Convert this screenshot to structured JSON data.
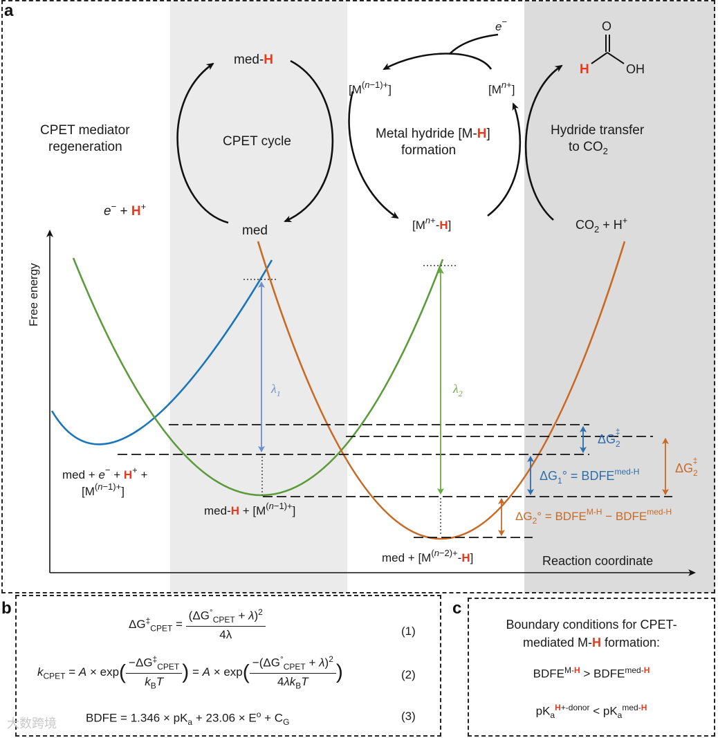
{
  "panel_labels": {
    "a": "a",
    "b": "b",
    "c": "c"
  },
  "cycle": {
    "med_h": "med-",
    "H": "H",
    "med": "med",
    "cpet_cycle": "CPET cycle",
    "cpet_regen_1": "CPET mediator",
    "cpet_regen_2": "regeneration",
    "e_plus_h": "e",
    "metal_hydride_1": "Metal hydride [M-",
    "metal_hydride_close": "]",
    "metal_hydride_2": "formation",
    "hydride_transfer_1": "Hydride transfer",
    "hydride_transfer_2": "to CO",
    "m_n_minus_1": "[M",
    "m_n": "[M",
    "m_n_h": "[M",
    "e_minus": "e",
    "co2_h": "CO",
    "formic_O": "O",
    "formic_OH": "OH",
    "formic_H": "H"
  },
  "plot": {
    "ylabel": "Free energy",
    "xlabel": "Reaction coordinate",
    "lambda1": "λ",
    "lambda2": "λ",
    "state1_line1": "med + ",
    "state1_line2": "[M",
    "state2": "med-",
    "state3": "med + [M",
    "dG2_ts_small": "ΔG",
    "dG1": "ΔG",
    "dG1_eq": " = BDFE",
    "dG2_ts_big": "ΔG",
    "dG2": "ΔG",
    "dG2_eq": " = BDFE",
    "dG2_minus": " − BDFE",
    "sup_medH": "med-H",
    "sup_MH": "M-H",
    "colors": {
      "blue": "#1b75bb",
      "green": "#5b9b3b",
      "orange": "#c86a26",
      "red": "#e8391d",
      "bg_light": "#ebebeb",
      "bg_dark": "#dcdcdc",
      "lambda_blue": "#6b8fd0",
      "lambda_green": "#6aab3e"
    }
  },
  "panel_b": {
    "eq1_lhs": "ΔG",
    "eq1_num": "(ΔG",
    "eq1_den": "4λ",
    "eq1_num_label": "(1)",
    "eq2_lhs": "k",
    "eq2_num_label": "(2)",
    "eq3": "BDFE = 1.346 × pK",
    "eq3_rest": " + 23.06 × E",
    "eq3_end": " + C",
    "eq3_num_label": "(3)"
  },
  "panel_c": {
    "title_1": "Boundary conditions for CPET-",
    "title_2": "mediated M-",
    "title_2_end": " formation:",
    "cond1_a": "BDFE",
    "cond1_mid": "  > BDFE",
    "cond2_a": "pK",
    "cond2_mid": "  <  pK",
    "H": "H"
  },
  "watermark": "大数跨境"
}
